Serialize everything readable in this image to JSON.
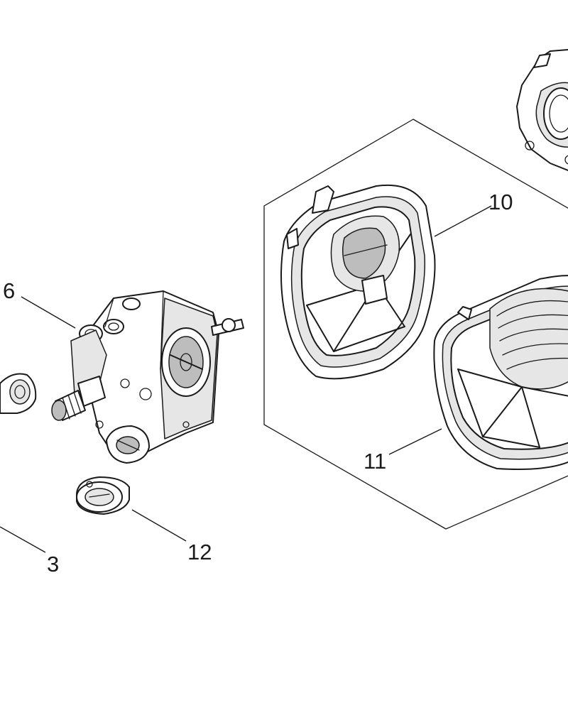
{
  "callouts": {
    "part_6": "6",
    "part_10": "10",
    "part_11": "11",
    "part_12": "12",
    "part_3": "3"
  }
}
